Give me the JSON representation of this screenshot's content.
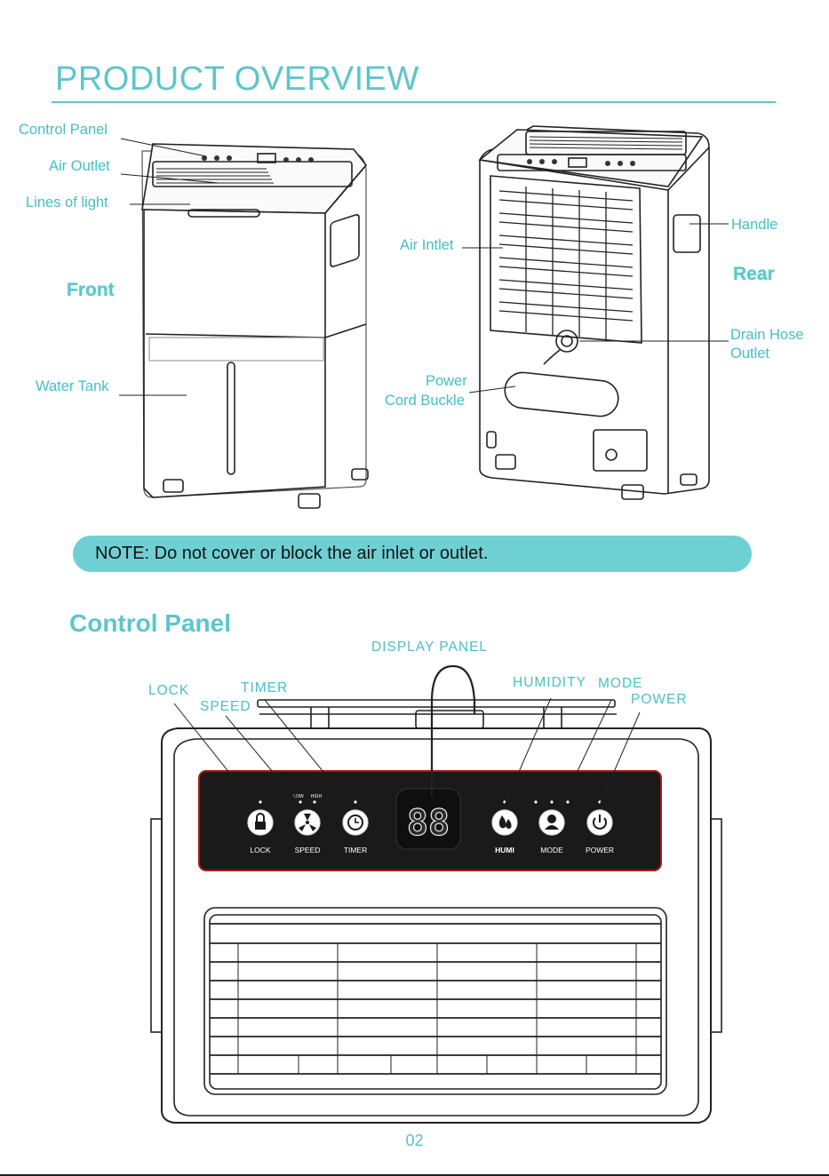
{
  "page": {
    "title": "PRODUCT OVERVIEW",
    "page_number": "02"
  },
  "front": {
    "heading": "Front",
    "labels": {
      "control_panel": "Control Panel",
      "air_outlet": "Air Outlet",
      "lines_of_light": "Lines of light",
      "water_tank": "Water Tank"
    }
  },
  "rear": {
    "heading": "Rear",
    "labels": {
      "air_inlet": "Air Intlet",
      "power_cord_line1": "Power",
      "power_cord_line2": "Cord Buckle",
      "handle": "Handle",
      "drain_line1": "Drain Hose",
      "drain_line2": "Outlet"
    }
  },
  "note": "NOTE: Do not cover or block the air inlet or outlet.",
  "control_panel": {
    "heading": "Control Panel",
    "callouts": {
      "display_panel": "DISPLAY PANEL",
      "lock": "LOCK",
      "timer": "TIMER",
      "speed": "SPEED",
      "humidity": "HUMIDITY",
      "mode": "MODE",
      "power": "POWER"
    },
    "buttons": {
      "lock": "LOCK",
      "speed": "SPEED",
      "timer": "TIMER",
      "humi": "HUMI",
      "mode": "MODE",
      "power": "POWER"
    },
    "speed_low": "LOW",
    "speed_high": "HIGH",
    "display_digits": "88"
  },
  "colors": {
    "accent": "#5cc6cc",
    "note_bg": "#6fd0d3",
    "panel_bg": "#1a1a1a",
    "panel_edge": "#b01818"
  }
}
